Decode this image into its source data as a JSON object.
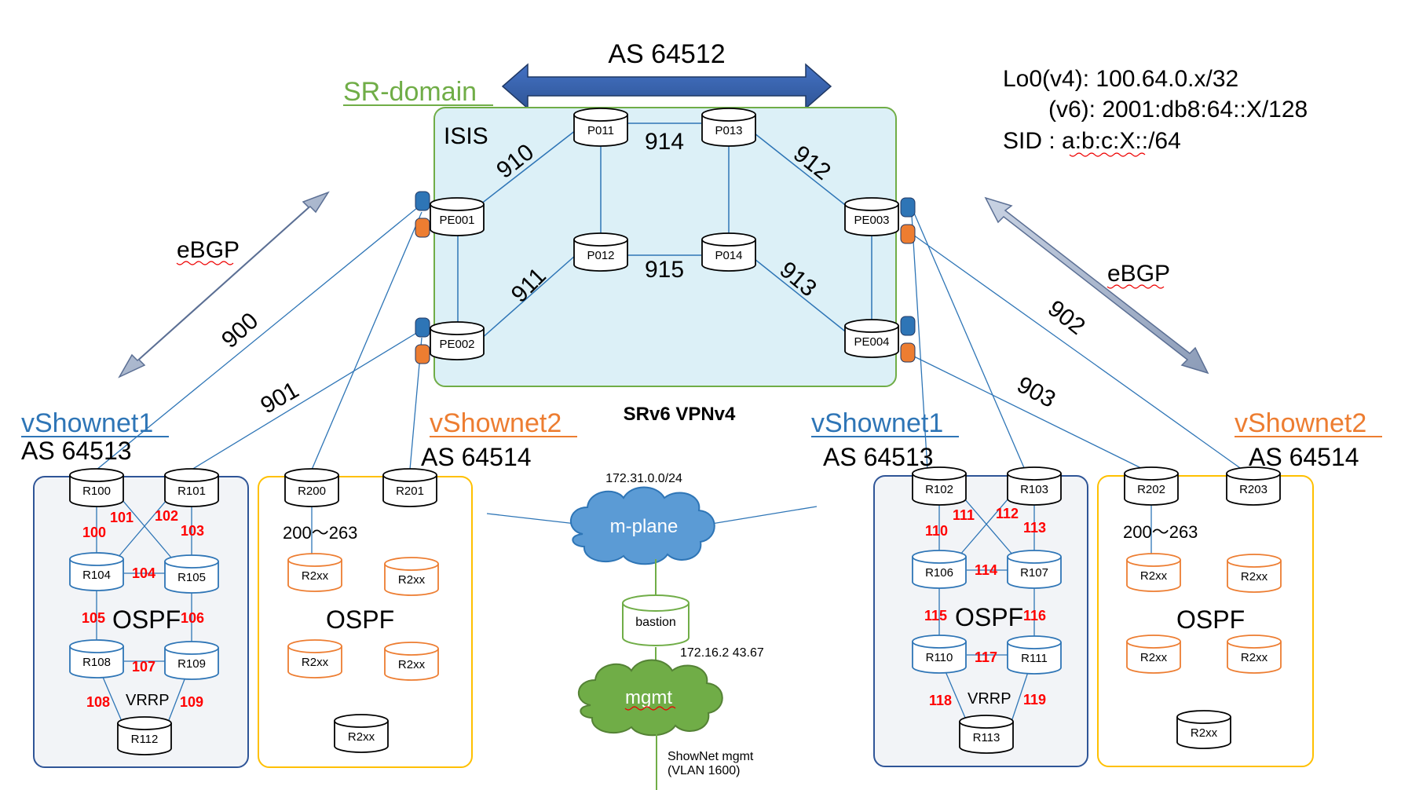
{
  "title": "AS 64512",
  "sr_domain": {
    "label": "SR-domain",
    "igp": "ISIS",
    "service": "SRv6 VPNv4"
  },
  "info": {
    "lo0_v4": "Lo0(v4): 100.64.0.x/32",
    "lo0_v6": "(v6): 2001:db8:64::X/128",
    "sid": "SID : a:b:c:X::/64"
  },
  "ebgp": {
    "left": "eBGP",
    "right": "eBGP"
  },
  "core": {
    "P011": "P011",
    "P012": "P012",
    "P013": "P013",
    "P014": "P014",
    "PE001": "PE001",
    "PE002": "PE002",
    "PE003": "PE003",
    "PE004": "PE004"
  },
  "links": {
    "l910": "910",
    "l911": "911",
    "l912": "912",
    "l913": "913",
    "l914": "914",
    "l915": "915",
    "l900": "900",
    "l901": "901",
    "l902": "902",
    "l903": "903"
  },
  "left_v1": {
    "name": "vShownet1",
    "as": "AS 64513",
    "ospf": "OSPF",
    "vrrp": "VRRP",
    "routers": {
      "r100": "R100",
      "r101": "R101",
      "r104": "R104",
      "r105": "R105",
      "r108": "R108",
      "r109": "R109",
      "r112": "R112"
    },
    "links": {
      "a": "100",
      "b": "101",
      "c": "102",
      "d": "103",
      "e": "104",
      "f": "105",
      "g": "106",
      "h": "107",
      "i": "108",
      "j": "109"
    }
  },
  "left_v2": {
    "name": "vShownet2",
    "as": "AS 64514",
    "ospf": "OSPF",
    "range": "200～263",
    "routers": {
      "r200": "R200",
      "r201": "R201",
      "x1": "R2xx",
      "x2": "R2xx",
      "x3": "R2xx",
      "x4": "R2xx",
      "x5": "R2xx"
    }
  },
  "right_v1": {
    "name": "vShownet1",
    "as": "AS 64513",
    "ospf": "OSPF",
    "vrrp": "VRRP",
    "routers": {
      "r102": "R102",
      "r103": "R103",
      "r106": "R106",
      "r107": "R107",
      "r110": "R110",
      "r111": "R111",
      "r113": "R113"
    },
    "links": {
      "a": "110",
      "b": "111",
      "c": "112",
      "d": "113",
      "e": "114",
      "f": "115",
      "g": "116",
      "h": "117",
      "i": "118",
      "j": "119"
    }
  },
  "right_v2": {
    "name": "vShownet2",
    "as": "AS 64514",
    "ospf": "OSPF",
    "range": "200～263",
    "routers": {
      "r202": "R202",
      "r203": "R203",
      "x1": "R2xx",
      "x2": "R2xx",
      "x3": "R2xx",
      "x4": "R2xx",
      "x5": "R2xx"
    }
  },
  "mgmt": {
    "mplane_subnet": "172.31.0.0/24",
    "mplane": "m-plane",
    "bastion": "bastion",
    "bastion_ip": "172.16.2 43.67",
    "mgmt": "mgmt",
    "shownet": "ShowNet mgmt",
    "vlan": "(VLAN 1600)"
  },
  "colors": {
    "blue": "#2e75b6",
    "orange": "#ed7d31",
    "green": "#70ad47",
    "red": "#ff0000",
    "yellow_border": "#ffc000",
    "domain_fill": "#dcf0f7",
    "cloud_blue": "#5b9bd5",
    "cloud_green": "#70ad47"
  }
}
